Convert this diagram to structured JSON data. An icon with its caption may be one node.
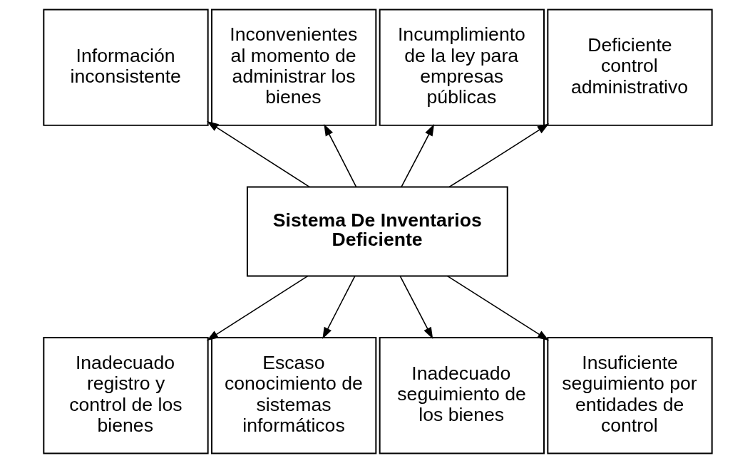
{
  "diagram": {
    "nodes": [
      {
        "text": [
          "Información inconsistente"
        ]
      },
      {
        "text": [
          "Inconvenientes al momento de administrar los bienes"
        ]
      },
      {
        "text": [
          "Incumplimiento de la ley para empresas públicas"
        ]
      },
      {
        "text": [
          "Deficiente control administrativo"
        ]
      },
      {
        "text": [
          "Sistema De Inventarios Deficiente"
        ]
      },
      {
        "text": [
          "Inadecuado registro y control de los bienes"
        ]
      },
      {
        "text": [
          "Escaso conocimiento de sistemas informáticos"
        ]
      },
      {
        "text": [
          "Inadecuado seguimiento de los bienes"
        ]
      },
      {
        "text": [
          "Insuficiente seguimiento por entidades de control"
        ]
      }
    ],
    "edges": [
      {
        "from": 4,
        "to": 0,
        "arrow": "to"
      },
      {
        "from": 4,
        "to": 1,
        "arrow": "to"
      },
      {
        "from": 4,
        "to": 2,
        "arrow": "to"
      },
      {
        "from": 4,
        "to": 3,
        "arrow": "to"
      },
      {
        "from": 4,
        "to": 5,
        "arrow": "to"
      },
      {
        "from": 4,
        "to": 6,
        "arrow": "to"
      },
      {
        "from": 4,
        "to": 7,
        "arrow": "to"
      },
      {
        "from": 4,
        "to": 8,
        "arrow": "to"
      }
    ]
  }
}
